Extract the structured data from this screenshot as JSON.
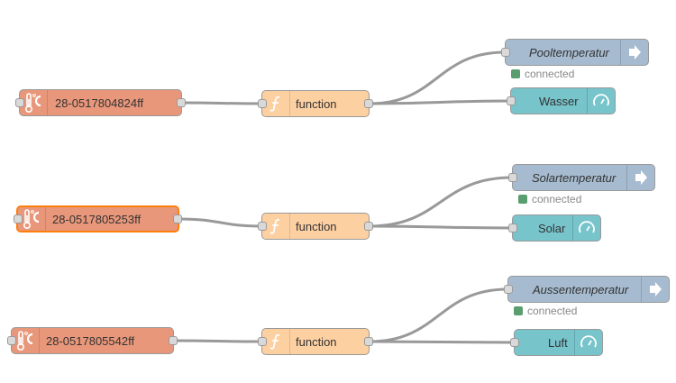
{
  "colors": {
    "sensor_node": "#e9977a",
    "function_node": "#fdd0a2",
    "output_node": "#a6bbcf",
    "gauge_node": "#77c4cb",
    "status_connected": "#5a9e6f",
    "wire": "#999999",
    "selected_border": "#ff7f0e"
  },
  "flows": [
    {
      "sensor": {
        "label": "28-0517804824ff",
        "icon": "thermometer-icon"
      },
      "function": {
        "label": "function",
        "icon": "function-icon"
      },
      "output": {
        "label": "Pooltemperatur",
        "icon": "arrow-right-icon",
        "status": "connected"
      },
      "gauge": {
        "label": "Wasser",
        "icon": "gauge-icon"
      }
    },
    {
      "sensor": {
        "label": "28-0517805253ff",
        "icon": "thermometer-icon",
        "selected": true
      },
      "function": {
        "label": "function",
        "icon": "function-icon"
      },
      "output": {
        "label": "Solartemperatur",
        "icon": "arrow-right-icon",
        "status": "connected"
      },
      "gauge": {
        "label": "Solar",
        "icon": "gauge-icon"
      }
    },
    {
      "sensor": {
        "label": "28-0517805542ff",
        "icon": "thermometer-icon"
      },
      "function": {
        "label": "function",
        "icon": "function-icon"
      },
      "output": {
        "label": "Aussentemperatur",
        "icon": "arrow-right-icon",
        "status": "connected"
      },
      "gauge": {
        "label": "Luft",
        "icon": "gauge-icon"
      }
    }
  ]
}
